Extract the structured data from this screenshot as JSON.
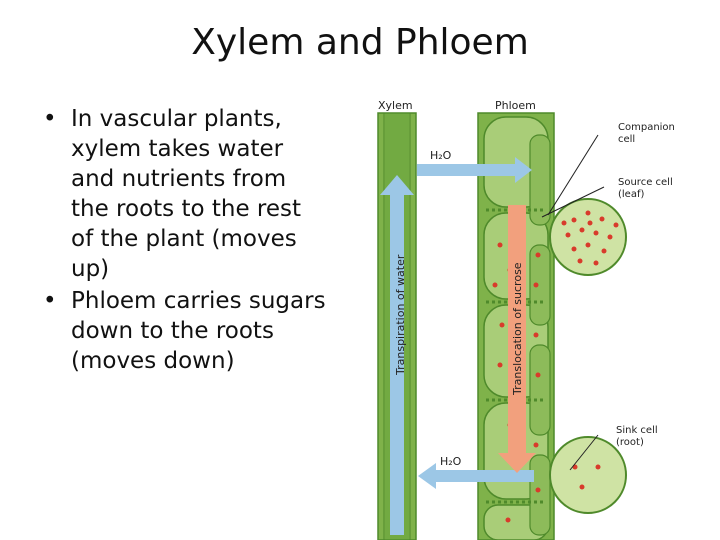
{
  "slide": {
    "title": "Xylem and Phloem",
    "bullets": [
      "In vascular plants, xylem takes water and  nutrients from the roots to the rest of the plant (moves up)",
      "Phloem carries sugars down to the roots (moves down)"
    ]
  },
  "diagram": {
    "labels": {
      "xylem": "Xylem",
      "phloem": "Phloem",
      "companion_cell": [
        "Companion",
        "cell"
      ],
      "source_cell": [
        "Source cell",
        "(leaf)"
      ],
      "sink_cell": [
        "Sink cell",
        "(root)"
      ],
      "h2o_top": "H₂O",
      "h2o_bottom": "H₂O",
      "transpiration": "Transpiration of water",
      "translocation": "Translocation of sucrose"
    },
    "colors": {
      "tube_green": "#7fb24a",
      "tube_dark": "#4f8a2b",
      "cell_light": "#cfe3a4",
      "water_arrow": "#9cc7e6",
      "sucrose_arrow": "#f2a07d",
      "sugar_dot": "#d83b2b"
    }
  }
}
